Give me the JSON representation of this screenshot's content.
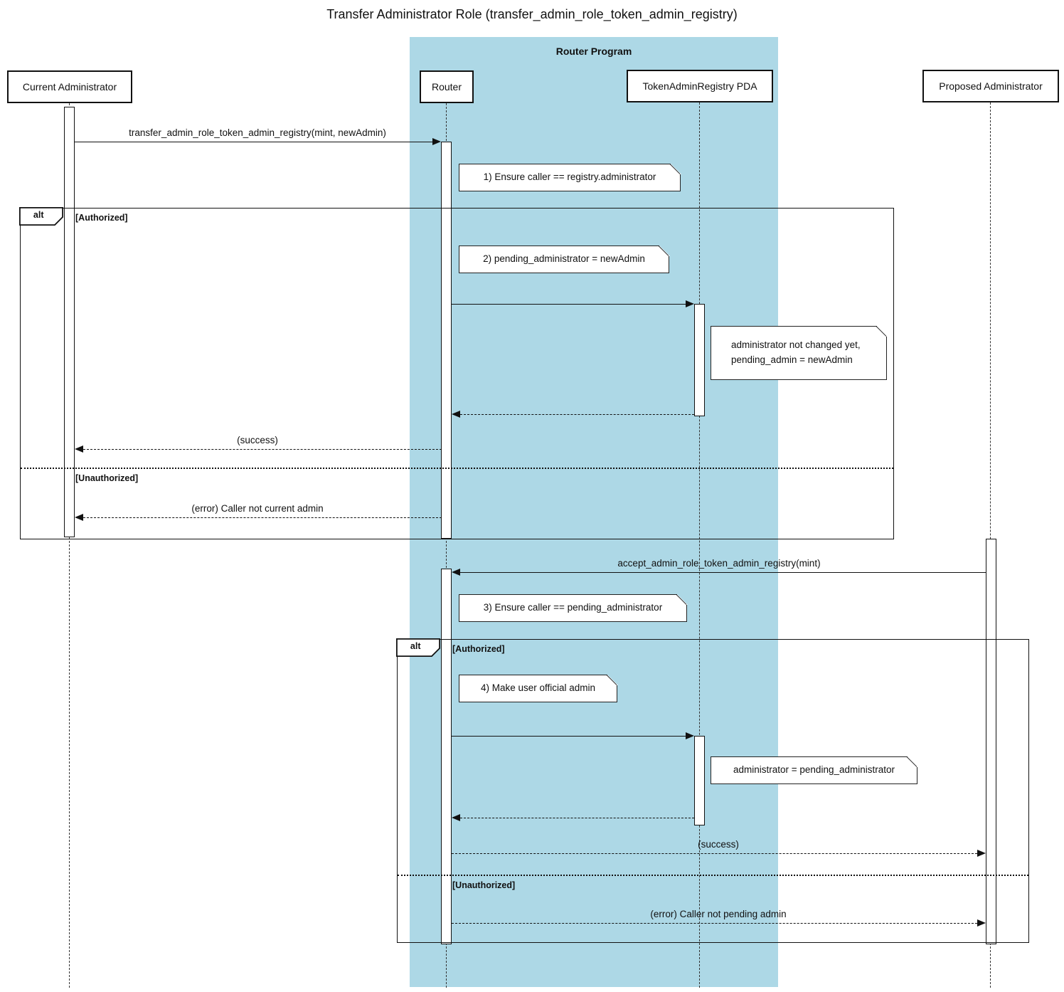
{
  "title": "Transfer Administrator Role (transfer_admin_role_token_admin_registry)",
  "group": {
    "label": "Router Program"
  },
  "participants": [
    {
      "id": "current-administrator",
      "label": "Current Administrator"
    },
    {
      "id": "router",
      "label": "Router"
    },
    {
      "id": "token-admin-registry-pda",
      "label": "TokenAdminRegistry PDA"
    },
    {
      "id": "proposed-administrator",
      "label": "Proposed Administrator"
    }
  ],
  "fragments": [
    {
      "operator": "alt",
      "guard_top": "[Authorized]",
      "guard_bottom": "[Unauthorized]"
    },
    {
      "operator": "alt",
      "guard_top": "[Authorized]",
      "guard_bottom": "[Unauthorized]"
    }
  ],
  "messages": [
    {
      "from": "Current Administrator",
      "to": "Router",
      "style": "solid",
      "label": "transfer_admin_role_token_admin_registry(mint, newAdmin)"
    },
    {
      "from": "Router",
      "to": "TokenAdminRegistry PDA",
      "style": "solid",
      "label": ""
    },
    {
      "from": "TokenAdminRegistry PDA",
      "to": "Router",
      "style": "dashed-return",
      "label": ""
    },
    {
      "from": "Router",
      "to": "Current Administrator",
      "style": "dashed-return",
      "label": "(success)"
    },
    {
      "from": "Router",
      "to": "Current Administrator",
      "style": "dashed-return",
      "label": "(error) Caller not current admin"
    },
    {
      "from": "Proposed Administrator",
      "to": "Router",
      "style": "solid",
      "label": "accept_admin_role_token_admin_registry(mint)"
    },
    {
      "from": "Router",
      "to": "TokenAdminRegistry PDA",
      "style": "solid",
      "label": ""
    },
    {
      "from": "TokenAdminRegistry PDA",
      "to": "Router",
      "style": "dashed-return",
      "label": ""
    },
    {
      "from": "Router",
      "to": "Proposed Administrator",
      "style": "dashed-return",
      "label": "(success)"
    },
    {
      "from": "Router",
      "to": "Proposed Administrator",
      "style": "dashed-return",
      "label": "(error) Caller not pending admin"
    }
  ],
  "notes": [
    {
      "lines": [
        "1) Ensure caller == registry.administrator"
      ]
    },
    {
      "lines": [
        "2) pending_administrator = newAdmin"
      ]
    },
    {
      "lines": [
        "administrator not changed yet,",
        "pending_admin = newAdmin"
      ]
    },
    {
      "lines": [
        "3) Ensure caller == pending_administrator"
      ]
    },
    {
      "lines": [
        "4) Make user official admin"
      ]
    },
    {
      "lines": [
        "administrator = pending_administrator"
      ]
    }
  ],
  "colors": {
    "group_background": "#ADD8E6"
  }
}
